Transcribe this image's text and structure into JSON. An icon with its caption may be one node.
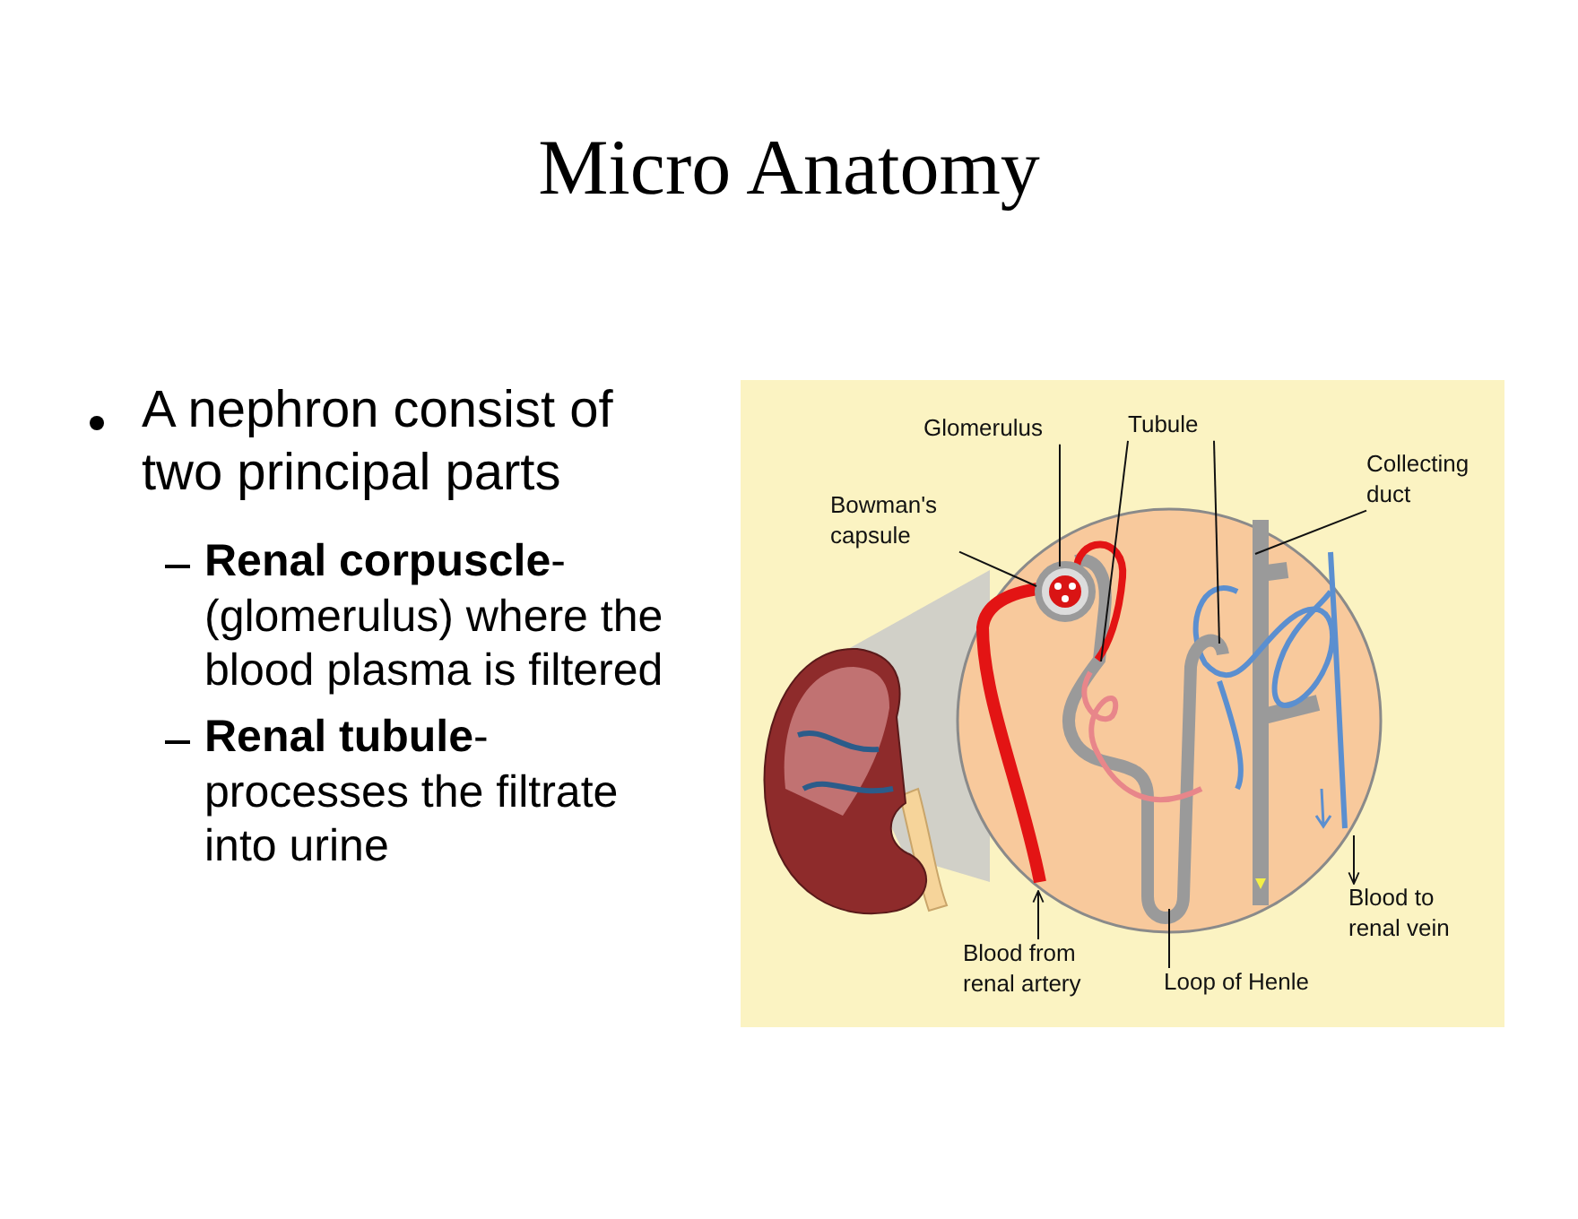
{
  "diagram": {
    "title": "Micro Anatomy",
    "nodes": [
      {
        "text": [
          "Glomerulus"
        ]
      },
      {
        "text": [
          "Tubule"
        ]
      },
      {
        "text": [
          "Bowman's capsule"
        ]
      },
      {
        "text": [
          "Collecting duct"
        ]
      },
      {
        "text": [
          "Blood from renal artery"
        ]
      },
      {
        "text": [
          "Loop of Henle"
        ]
      },
      {
        "text": [
          "Blood to renal vein"
        ]
      }
    ],
    "edges": [
      {
        "from": 0,
        "to": null,
        "arrow": "none"
      },
      {
        "from": 1,
        "to": null,
        "arrow": "none"
      },
      {
        "from": 1,
        "to": null,
        "arrow": "none"
      },
      {
        "from": 2,
        "to": null,
        "arrow": "none"
      },
      {
        "from": 3,
        "to": null,
        "arrow": "none"
      },
      {
        "from": 4,
        "to": null,
        "arrow": "to"
      },
      {
        "from": 5,
        "to": null,
        "arrow": "none"
      },
      {
        "from": null,
        "to": 6,
        "arrow": "to"
      }
    ],
    "labels": [
      "A nephron consist of two principal parts",
      "**Renal corpuscle**-(glomerulus) where the blood plasma is filtered",
      "**Renal tubule**-processes the filtrate into urine"
    ]
  }
}
